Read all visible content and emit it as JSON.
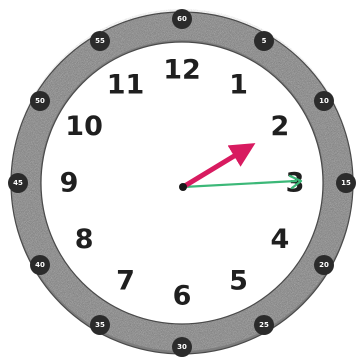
{
  "clock": {
    "hour_numerals": [
      "12",
      "1",
      "2",
      "3",
      "4",
      "5",
      "6",
      "7",
      "8",
      "9",
      "10",
      "11"
    ],
    "minute_markers": [
      "60",
      "5",
      "10",
      "15",
      "20",
      "25",
      "30",
      "35",
      "40",
      "45",
      "50",
      "55"
    ],
    "hour_hand_points_to": "2",
    "minute_hand_points_to": "15",
    "colors": {
      "hour_hand": "#d81b60",
      "minute_hand": "#3cb878",
      "rim": "#7d7d7d",
      "minute_marker_fill": "#2b2b2b",
      "numeral": "#1f1f1f"
    }
  }
}
